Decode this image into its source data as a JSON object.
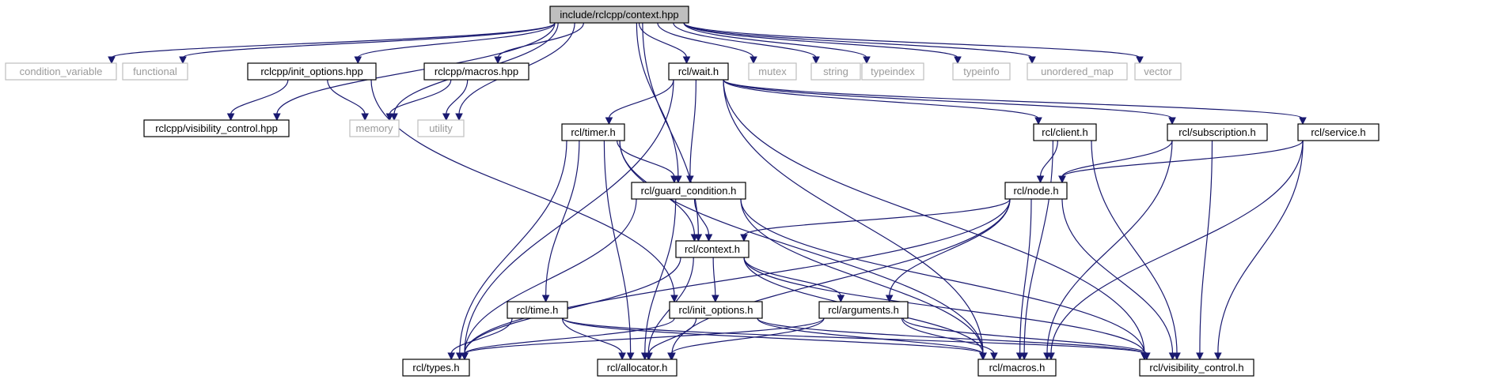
{
  "diagram": {
    "nodes": [
      {
        "id": "root",
        "label": "include/rclcpp/context.hpp",
        "kind": "root"
      },
      {
        "id": "cv",
        "label": "condition_variable",
        "kind": "sys"
      },
      {
        "id": "functional",
        "label": "functional",
        "kind": "sys"
      },
      {
        "id": "init_options_hpp",
        "label": "rclcpp/init_options.hpp",
        "kind": "file"
      },
      {
        "id": "macros_hpp",
        "label": "rclcpp/macros.hpp",
        "kind": "file"
      },
      {
        "id": "wait",
        "label": "rcl/wait.h",
        "kind": "file"
      },
      {
        "id": "mutex",
        "label": "mutex",
        "kind": "sys"
      },
      {
        "id": "string",
        "label": "string",
        "kind": "sys"
      },
      {
        "id": "typeindex",
        "label": "typeindex",
        "kind": "sys"
      },
      {
        "id": "typeinfo",
        "label": "typeinfo",
        "kind": "sys"
      },
      {
        "id": "unordered_map",
        "label": "unordered_map",
        "kind": "sys"
      },
      {
        "id": "vector",
        "label": "vector",
        "kind": "sys"
      },
      {
        "id": "vis_hpp",
        "label": "rclcpp/visibility_control.hpp",
        "kind": "file"
      },
      {
        "id": "memory",
        "label": "memory",
        "kind": "sys"
      },
      {
        "id": "utility",
        "label": "utility",
        "kind": "sys"
      },
      {
        "id": "timer",
        "label": "rcl/timer.h",
        "kind": "file"
      },
      {
        "id": "client",
        "label": "rcl/client.h",
        "kind": "file"
      },
      {
        "id": "subscription",
        "label": "rcl/subscription.h",
        "kind": "file"
      },
      {
        "id": "service",
        "label": "rcl/service.h",
        "kind": "file"
      },
      {
        "id": "guard",
        "label": "rcl/guard_condition.h",
        "kind": "file"
      },
      {
        "id": "node",
        "label": "rcl/node.h",
        "kind": "file"
      },
      {
        "id": "context",
        "label": "rcl/context.h",
        "kind": "file"
      },
      {
        "id": "time",
        "label": "rcl/time.h",
        "kind": "file"
      },
      {
        "id": "init_options_h",
        "label": "rcl/init_options.h",
        "kind": "file"
      },
      {
        "id": "arguments",
        "label": "rcl/arguments.h",
        "kind": "file"
      },
      {
        "id": "types",
        "label": "rcl/types.h",
        "kind": "file"
      },
      {
        "id": "allocator",
        "label": "rcl/allocator.h",
        "kind": "file"
      },
      {
        "id": "macros_h",
        "label": "rcl/macros.h",
        "kind": "file"
      },
      {
        "id": "vis_h",
        "label": "rcl/visibility_control.h",
        "kind": "file"
      }
    ],
    "edges": [
      [
        "root",
        "cv"
      ],
      [
        "root",
        "functional"
      ],
      [
        "root",
        "init_options_hpp"
      ],
      [
        "root",
        "macros_hpp"
      ],
      [
        "root",
        "wait"
      ],
      [
        "root",
        "mutex"
      ],
      [
        "root",
        "string"
      ],
      [
        "root",
        "typeindex"
      ],
      [
        "root",
        "typeinfo"
      ],
      [
        "root",
        "unordered_map"
      ],
      [
        "root",
        "vector"
      ],
      [
        "root",
        "vis_hpp"
      ],
      [
        "root",
        "memory"
      ],
      [
        "root",
        "utility"
      ],
      [
        "root",
        "guard"
      ],
      [
        "root",
        "context"
      ],
      [
        "init_options_hpp",
        "vis_hpp"
      ],
      [
        "init_options_hpp",
        "memory"
      ],
      [
        "init_options_hpp",
        "init_options_h"
      ],
      [
        "macros_hpp",
        "memory"
      ],
      [
        "macros_hpp",
        "utility"
      ],
      [
        "wait",
        "timer"
      ],
      [
        "wait",
        "guard"
      ],
      [
        "wait",
        "client"
      ],
      [
        "wait",
        "subscription"
      ],
      [
        "wait",
        "service"
      ],
      [
        "wait",
        "types"
      ],
      [
        "wait",
        "macros_h"
      ],
      [
        "wait",
        "vis_h"
      ],
      [
        "timer",
        "guard"
      ],
      [
        "timer",
        "context"
      ],
      [
        "timer",
        "time"
      ],
      [
        "timer",
        "types"
      ],
      [
        "timer",
        "allocator"
      ],
      [
        "timer",
        "macros_h"
      ],
      [
        "client",
        "node"
      ],
      [
        "client",
        "macros_h"
      ],
      [
        "client",
        "vis_h"
      ],
      [
        "subscription",
        "node"
      ],
      [
        "subscription",
        "macros_h"
      ],
      [
        "subscription",
        "vis_h"
      ],
      [
        "service",
        "node"
      ],
      [
        "service",
        "macros_h"
      ],
      [
        "service",
        "vis_h"
      ],
      [
        "guard",
        "context"
      ],
      [
        "guard",
        "types"
      ],
      [
        "guard",
        "allocator"
      ],
      [
        "guard",
        "macros_h"
      ],
      [
        "guard",
        "vis_h"
      ],
      [
        "node",
        "context"
      ],
      [
        "node",
        "arguments"
      ],
      [
        "node",
        "types"
      ],
      [
        "node",
        "allocator"
      ],
      [
        "node",
        "macros_h"
      ],
      [
        "node",
        "vis_h"
      ],
      [
        "context",
        "init_options_h"
      ],
      [
        "context",
        "arguments"
      ],
      [
        "context",
        "types"
      ],
      [
        "context",
        "allocator"
      ],
      [
        "context",
        "macros_h"
      ],
      [
        "context",
        "vis_h"
      ],
      [
        "time",
        "types"
      ],
      [
        "time",
        "allocator"
      ],
      [
        "time",
        "macros_h"
      ],
      [
        "time",
        "vis_h"
      ],
      [
        "init_options_h",
        "types"
      ],
      [
        "init_options_h",
        "allocator"
      ],
      [
        "init_options_h",
        "macros_h"
      ],
      [
        "init_options_h",
        "vis_h"
      ],
      [
        "arguments",
        "types"
      ],
      [
        "arguments",
        "allocator"
      ],
      [
        "arguments",
        "macros_h"
      ],
      [
        "arguments",
        "vis_h"
      ]
    ]
  }
}
